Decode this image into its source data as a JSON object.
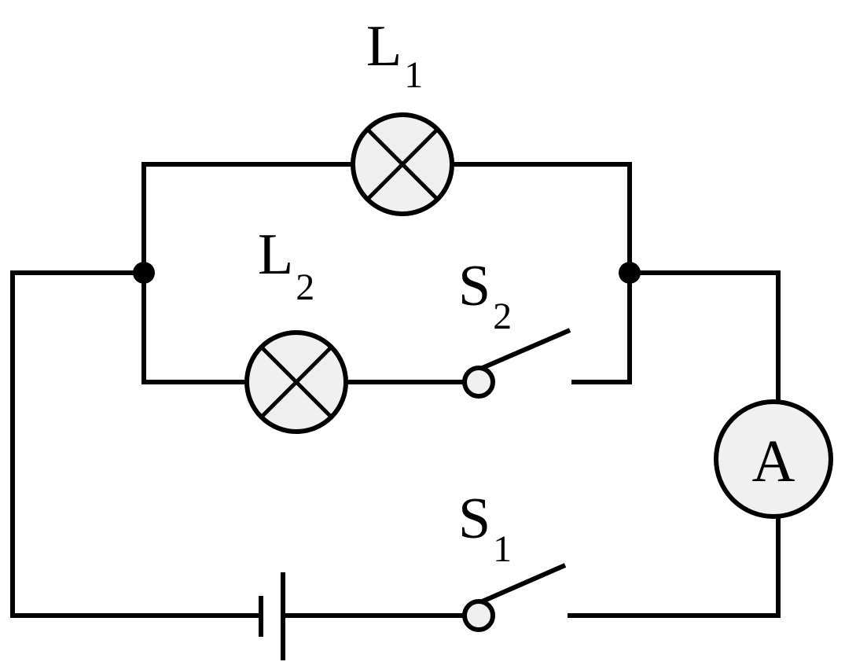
{
  "diagram": {
    "colors": {
      "line": "#000000",
      "component_fill": "#f0f0f0",
      "background": "#ffffff"
    },
    "lamp_l1": {
      "letter": "L",
      "subscript": "1",
      "symbol": "lamp-cross-icon"
    },
    "lamp_l2": {
      "letter": "L",
      "subscript": "2",
      "symbol": "lamp-cross-icon"
    },
    "switch_s1": {
      "letter": "S",
      "subscript": "1",
      "state": "open"
    },
    "switch_s2": {
      "letter": "S",
      "subscript": "2",
      "state": "open"
    },
    "ammeter": {
      "letter": "A"
    },
    "battery": {
      "symbol": "battery-cell-icon"
    }
  }
}
